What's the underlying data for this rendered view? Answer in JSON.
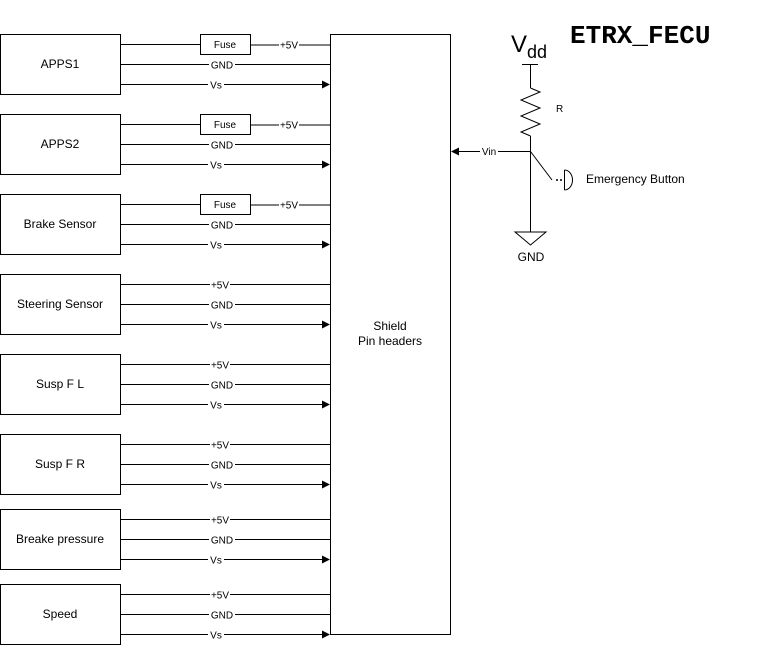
{
  "title": "ETRX_FECU",
  "shield": {
    "line1": "Shield",
    "line2": "Pin headers"
  },
  "sensors": [
    {
      "label": "APPS1",
      "has_fuse": true
    },
    {
      "label": "APPS2",
      "has_fuse": true
    },
    {
      "label": "Brake Sensor",
      "has_fuse": true
    },
    {
      "label": "Steering Sensor",
      "has_fuse": false
    },
    {
      "label": "Susp F L",
      "has_fuse": false
    },
    {
      "label": "Susp F R",
      "has_fuse": false
    },
    {
      "label": "Breake pressure",
      "has_fuse": false
    },
    {
      "label": "Speed",
      "has_fuse": false
    }
  ],
  "wires": {
    "power": "+5V",
    "ground": "GND",
    "signal": "Vs",
    "fuse": "Fuse"
  },
  "button_circuit": {
    "vdd_main": "V",
    "vdd_sub": "dd",
    "resistor": "R",
    "vin": "Vin",
    "button": "Emergency Button",
    "ground": "GND"
  }
}
